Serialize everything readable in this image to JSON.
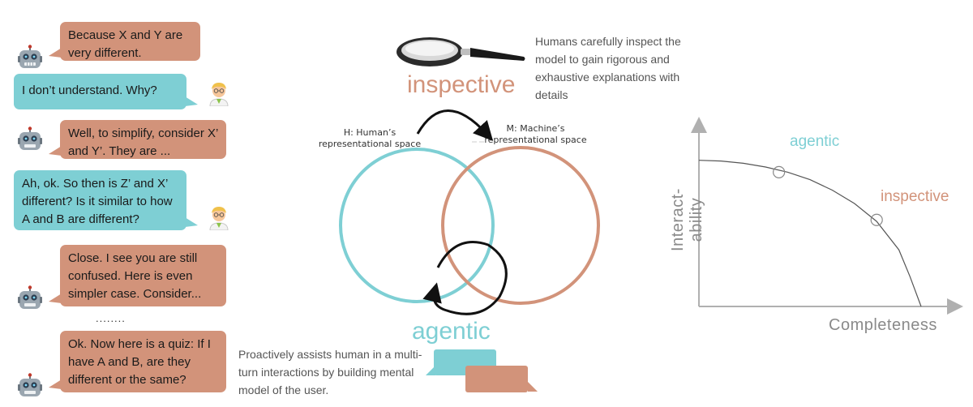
{
  "conversation": [
    {
      "speaker": "bot",
      "text": "Because X and Y are very different."
    },
    {
      "speaker": "human",
      "text": "I don’t understand. Why?"
    },
    {
      "speaker": "bot",
      "text": "Well, to simplify, consider X’ and Y’. They are ..."
    },
    {
      "speaker": "human",
      "text": "Ah, ok. So then is Z’ and X’ different? Is it similar to how A and B are different?"
    },
    {
      "speaker": "bot",
      "text": "Close. I see you are still confused. Here is even simpler case. Consider..."
    },
    {
      "speaker": "bot",
      "text": "Ok. Now here is a quiz: If I have A and B, are they different or the same?"
    }
  ],
  "ellipsis": "........",
  "diagram": {
    "inspective_word": "inspective",
    "inspective_description": "Humans carefully inspect the model to gain rigorous and exhaustive explanations with details",
    "human_space_label": "H: Human’s representational space",
    "machine_space_label": "M: Machine’s representational space",
    "agentic_word": "agentic",
    "agentic_description": "Proactively assists human in a multi-turn interactions by building mental model of the user.",
    "icons": [
      "magnifying-glass-icon",
      "robot-icon",
      "scientist-icon",
      "chat-bubbles-icon"
    ]
  },
  "colors": {
    "agentic": "#7ECFD4",
    "inspective": "#D2937A",
    "human_circle": "#7ECFD4",
    "machine_circle": "#D2937A",
    "axis": "#b0b0b0"
  },
  "chart_data": {
    "type": "line",
    "xlabel": "Completeness",
    "ylabel": "Interact-ability",
    "points": [
      {
        "label": "agentic",
        "x": 0.36,
        "y": 0.9
      },
      {
        "label": "inspective",
        "x": 0.8,
        "y": 0.58
      }
    ],
    "curve": {
      "x": [
        0,
        0.1,
        0.2,
        0.3,
        0.4,
        0.5,
        0.6,
        0.7,
        0.8,
        0.9,
        0.95,
        1.0
      ],
      "y": [
        0.98,
        0.975,
        0.96,
        0.935,
        0.9,
        0.85,
        0.78,
        0.69,
        0.57,
        0.38,
        0.2,
        0.0
      ]
    },
    "grid": false
  }
}
